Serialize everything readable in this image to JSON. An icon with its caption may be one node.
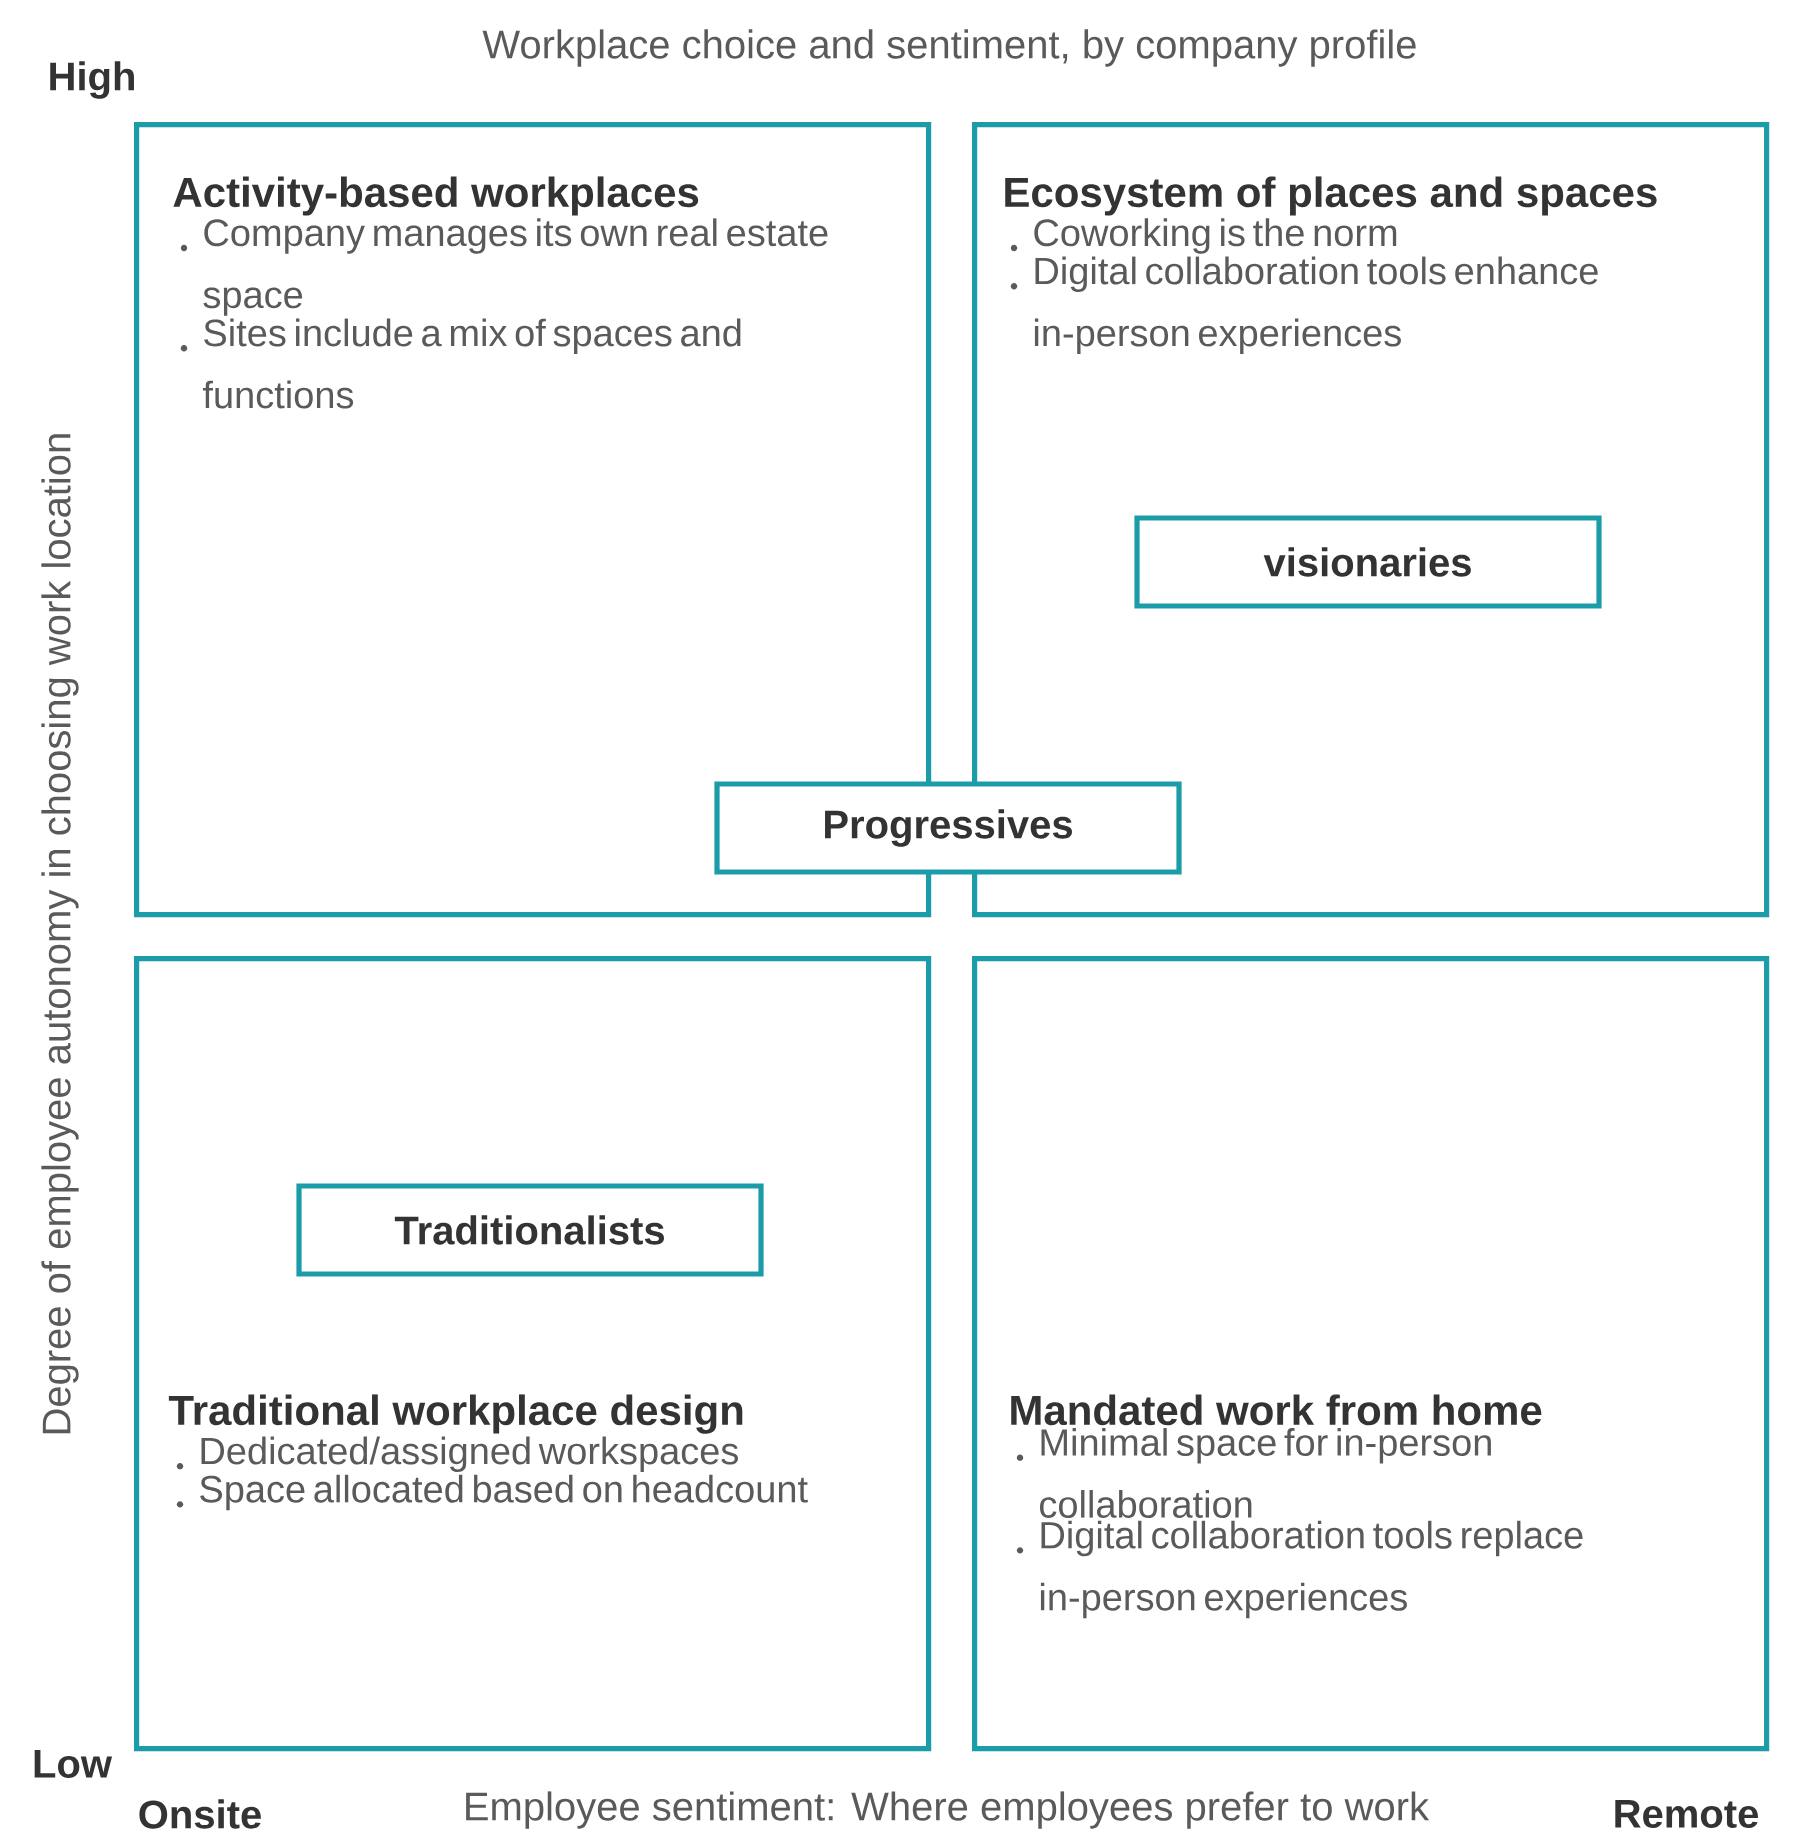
{
  "diagram": {
    "title": "Workplace choice and sentiment, by company profile",
    "nodes": [
      {
        "text": [
          "Activity-based workplaces",
          "Company manages its own real estate space",
          "Sites include a mix of spaces and functions"
        ]
      },
      {
        "text": [
          "Ecosystem of places and spaces",
          "Coworking is the norm",
          "Digital collaboration tools enhance in-person experiences"
        ]
      },
      {
        "text": [
          "visionaries"
        ],
        "in": 1
      },
      {
        "text": [
          "Progressives"
        ]
      },
      {
        "text": [
          "Traditional workplace design",
          "Dedicated/assigned workspaces",
          "Space allocated based on headcount"
        ]
      },
      {
        "text": [
          "Traditionalists"
        ],
        "in": 4
      },
      {
        "text": [
          "Mandated work from home",
          "Minimal space for in-person collaboration",
          "Digital collaboration tools replace in-person experiences"
        ]
      }
    ],
    "labels": [
      "High",
      "Degree of employee autonomy in choosing work location",
      "Low",
      "Onsite",
      "Employee sentiment: Where employees prefer to work",
      "Remote"
    ]
  }
}
